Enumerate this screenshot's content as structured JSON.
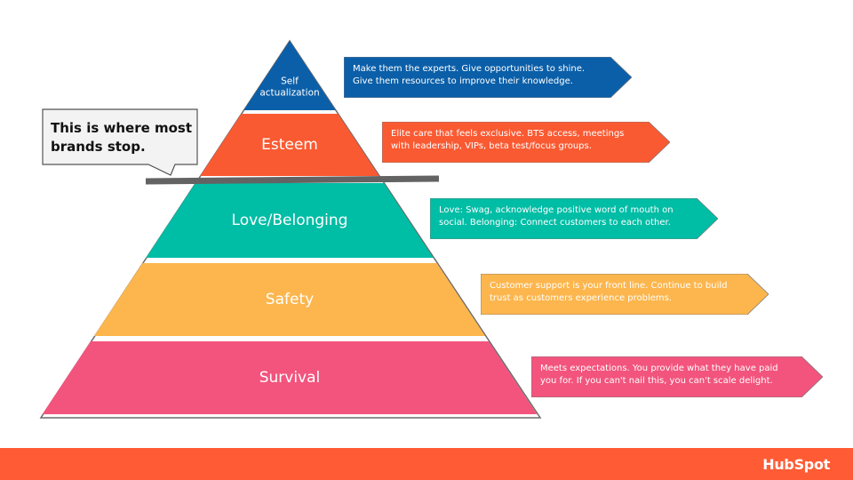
{
  "levels": [
    {
      "label_lines": [
        "Self",
        "actualization"
      ],
      "color": "#0b5fa8"
    },
    {
      "label_lines": [
        "Esteem"
      ],
      "color": "#fa5a32"
    },
    {
      "label_lines": [
        "Love/Belonging"
      ],
      "color": "#00bda5"
    },
    {
      "label_lines": [
        "Safety"
      ],
      "color": "#fcb64d"
    },
    {
      "label_lines": [
        "Survival"
      ],
      "color": "#f2547d"
    }
  ],
  "arrows": [
    {
      "text": "Make them the experts. Give opportunities to shine. Give them resources to improve their knowledge.",
      "color": "#0b5fa8"
    },
    {
      "text": "Elite care that feels exclusive. BTS access, meetings with leadership, VIPs, beta test/focus groups.",
      "color": "#fa5a32"
    },
    {
      "text": "Love: Swag, acknowledge positive word of mouth on social. Belonging: Connect customers to each other.",
      "color": "#00bda5"
    },
    {
      "text": "Customer support is your front line. Continue to build trust as customers experience problems.",
      "color": "#fcb64d"
    },
    {
      "text": "Meets expectations. You provide what they have paid you for. If you can't nail this, you can't scale delight.",
      "color": "#f2547d"
    }
  ],
  "callout": {
    "text": "This is where most brands stop."
  },
  "footer": {
    "logo": "HubSpot",
    "color": "#ff5c35"
  }
}
